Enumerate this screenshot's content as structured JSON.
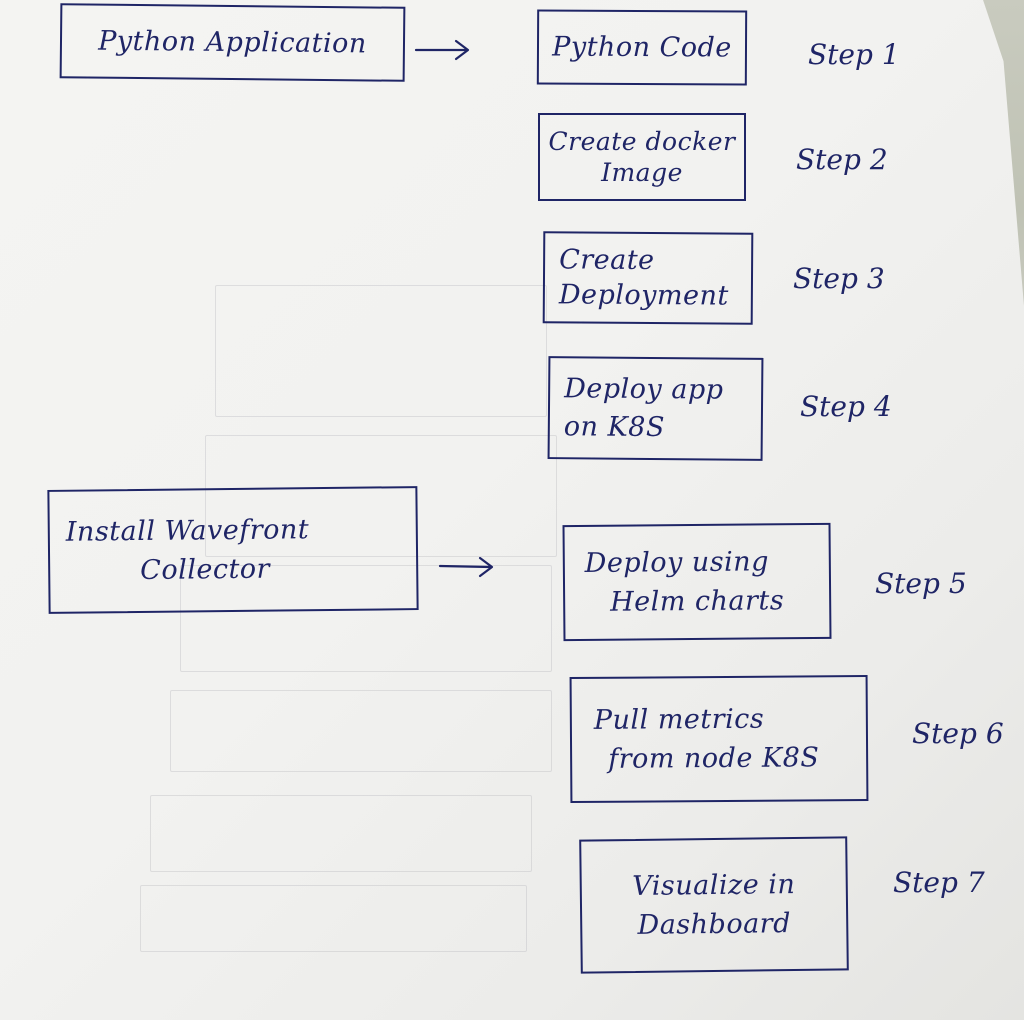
{
  "left_column": {
    "python_application": "Python Application",
    "install_wavefront": [
      "Install Wavefront",
      "Collector"
    ]
  },
  "boxes": {
    "python_code": [
      "Python Code"
    ],
    "create_docker_image": [
      "Create docker",
      "Image"
    ],
    "create_deployment": [
      "Create",
      "Deployment"
    ],
    "deploy_app": [
      "Deploy app",
      "on K8S"
    ],
    "deploy_helm": [
      "Deploy using",
      "Helm charts"
    ],
    "pull_metrics": [
      "Pull metrics",
      "from node K8S"
    ],
    "visualize": [
      "Visualize in",
      "Dashboard"
    ]
  },
  "steps": {
    "s1": "Step 1",
    "s2": "Step 2",
    "s3": "Step 3",
    "s4": "Step 4",
    "s5": "Step 5",
    "s6": "Step 6",
    "s7": "Step 7"
  },
  "colors": {
    "ink": "#1f2566",
    "paper": "#f2f2f0"
  }
}
